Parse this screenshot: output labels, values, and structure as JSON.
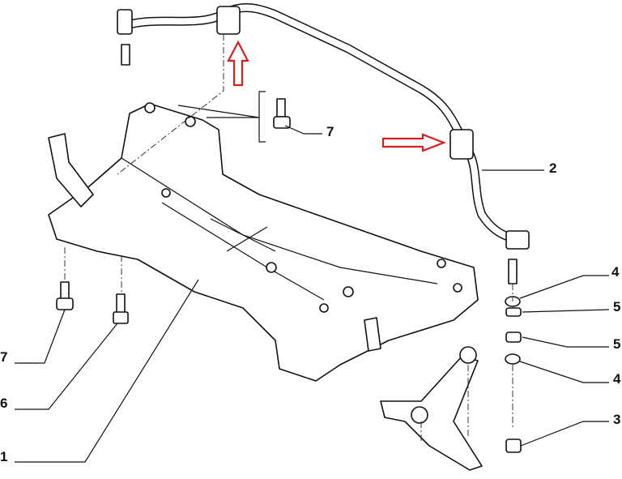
{
  "diagram": {
    "callouts": [
      {
        "id": "stabilizer-screw-top",
        "number": "7"
      },
      {
        "id": "stabilizer-bar",
        "number": "2"
      },
      {
        "id": "washer-upper",
        "number": "4"
      },
      {
        "id": "bush-upper",
        "number": "5"
      },
      {
        "id": "bush-lower",
        "number": "5"
      },
      {
        "id": "washer-lower",
        "number": "4"
      },
      {
        "id": "nut",
        "number": "3"
      },
      {
        "id": "subframe-screw-left",
        "number": "7"
      },
      {
        "id": "subframe-bolt",
        "number": "6"
      },
      {
        "id": "subframe",
        "number": "1"
      }
    ],
    "arrow_color": "#d42020"
  }
}
